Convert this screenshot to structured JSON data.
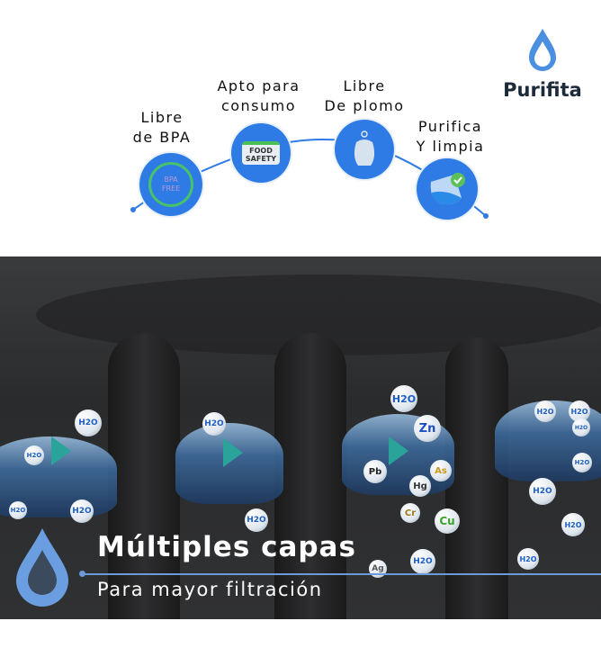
{
  "brand": {
    "name": "Purifita",
    "accent": "#2f7be6"
  },
  "features": [
    {
      "label_line1": "Libre",
      "label_line2": "de BPA",
      "icon": "bpa-free-icon",
      "badge_line1": "BPA",
      "badge_line2": "FREE"
    },
    {
      "label_line1": "Apto para",
      "label_line2": "consumo",
      "icon": "food-safety-icon",
      "badge_line1": "FOOD",
      "badge_line2": "SAFETY"
    },
    {
      "label_line1": "Libre",
      "label_line2": "De plomo",
      "icon": "lead-weight-icon"
    },
    {
      "label_line1": "Purifica",
      "label_line2": "Y limpia",
      "icon": "water-drop-check-icon"
    }
  ],
  "banner": {
    "title": "Múltiples capas",
    "subtitle": "Para mayor filtración",
    "molecules": [
      "H2O",
      "H2O",
      "H2O",
      "H2O",
      "H2O",
      "H2O",
      "H2O",
      "H2O",
      "H2O",
      "H2O",
      "H2O",
      "H2O",
      "H2O",
      "H2O",
      "H2O"
    ],
    "elements": [
      "Zn",
      "Pb",
      "As",
      "Hg",
      "Cr",
      "Cu",
      "Ag"
    ]
  }
}
